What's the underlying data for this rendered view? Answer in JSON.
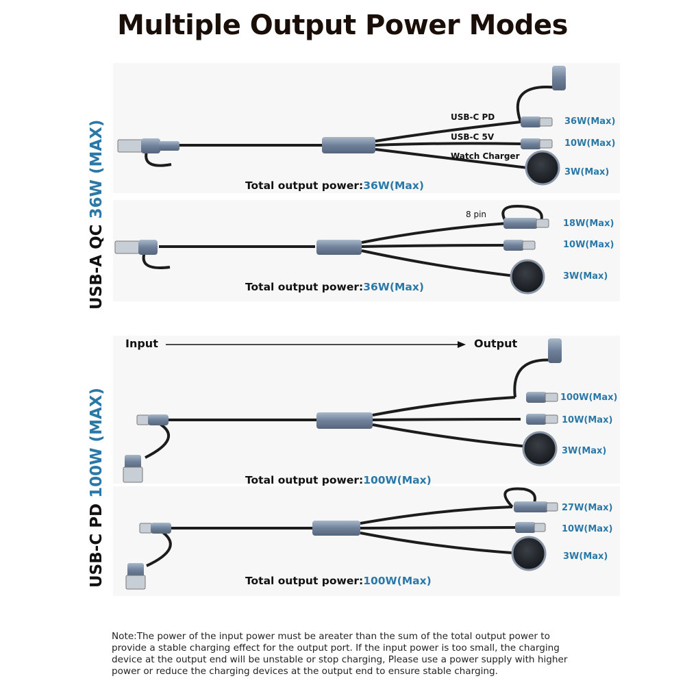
{
  "title": "Multiple Output Power Modes",
  "sections": [
    {
      "label_prefix": "USB-A QC",
      "label_accent": "36W (MAX)",
      "panels": [
        {
          "port_labels": [
            "USB-C PD",
            "USB-C 5V",
            "Watch Charger"
          ],
          "outputs": [
            "36W(Max)",
            "10W(Max)",
            "3W(Max)"
          ],
          "total_label": "Total output power:",
          "total_value": "36W(Max)"
        },
        {
          "port_labels": [
            "8 pin"
          ],
          "outputs": [
            "18W(Max)",
            "10W(Max)",
            "3W(Max)"
          ],
          "total_label": "Total output power:",
          "total_value": "36W(Max)"
        }
      ]
    },
    {
      "label_prefix": "USB-C PD",
      "label_accent": "100W (MAX)",
      "panels": [
        {
          "port_labels": [],
          "outputs": [
            "100W(Max)",
            "10W(Max)",
            "3W(Max)"
          ],
          "total_label": "Total output power:",
          "total_value": "100W(Max)"
        },
        {
          "port_labels": [],
          "outputs": [
            "27W(Max)",
            "10W(Max)",
            "3W(Max)"
          ],
          "total_label": "Total output power:",
          "total_value": "100W(Max)"
        }
      ]
    }
  ],
  "flow": {
    "input": "Input",
    "output": "Output"
  },
  "note": "Note:The power of the input power must be areater than the sum of the total output power to provide a stable charging effect for the output port. If the input power is too small, the charging device at the output end will be unstable or stop charging, Please use a power supply with higher power or reduce the charging devices at the output end to ensure stable charging.",
  "colors": {
    "accent": "#2a78a8",
    "cable": "#1c1c1c",
    "metal": "#7d8fa6"
  }
}
